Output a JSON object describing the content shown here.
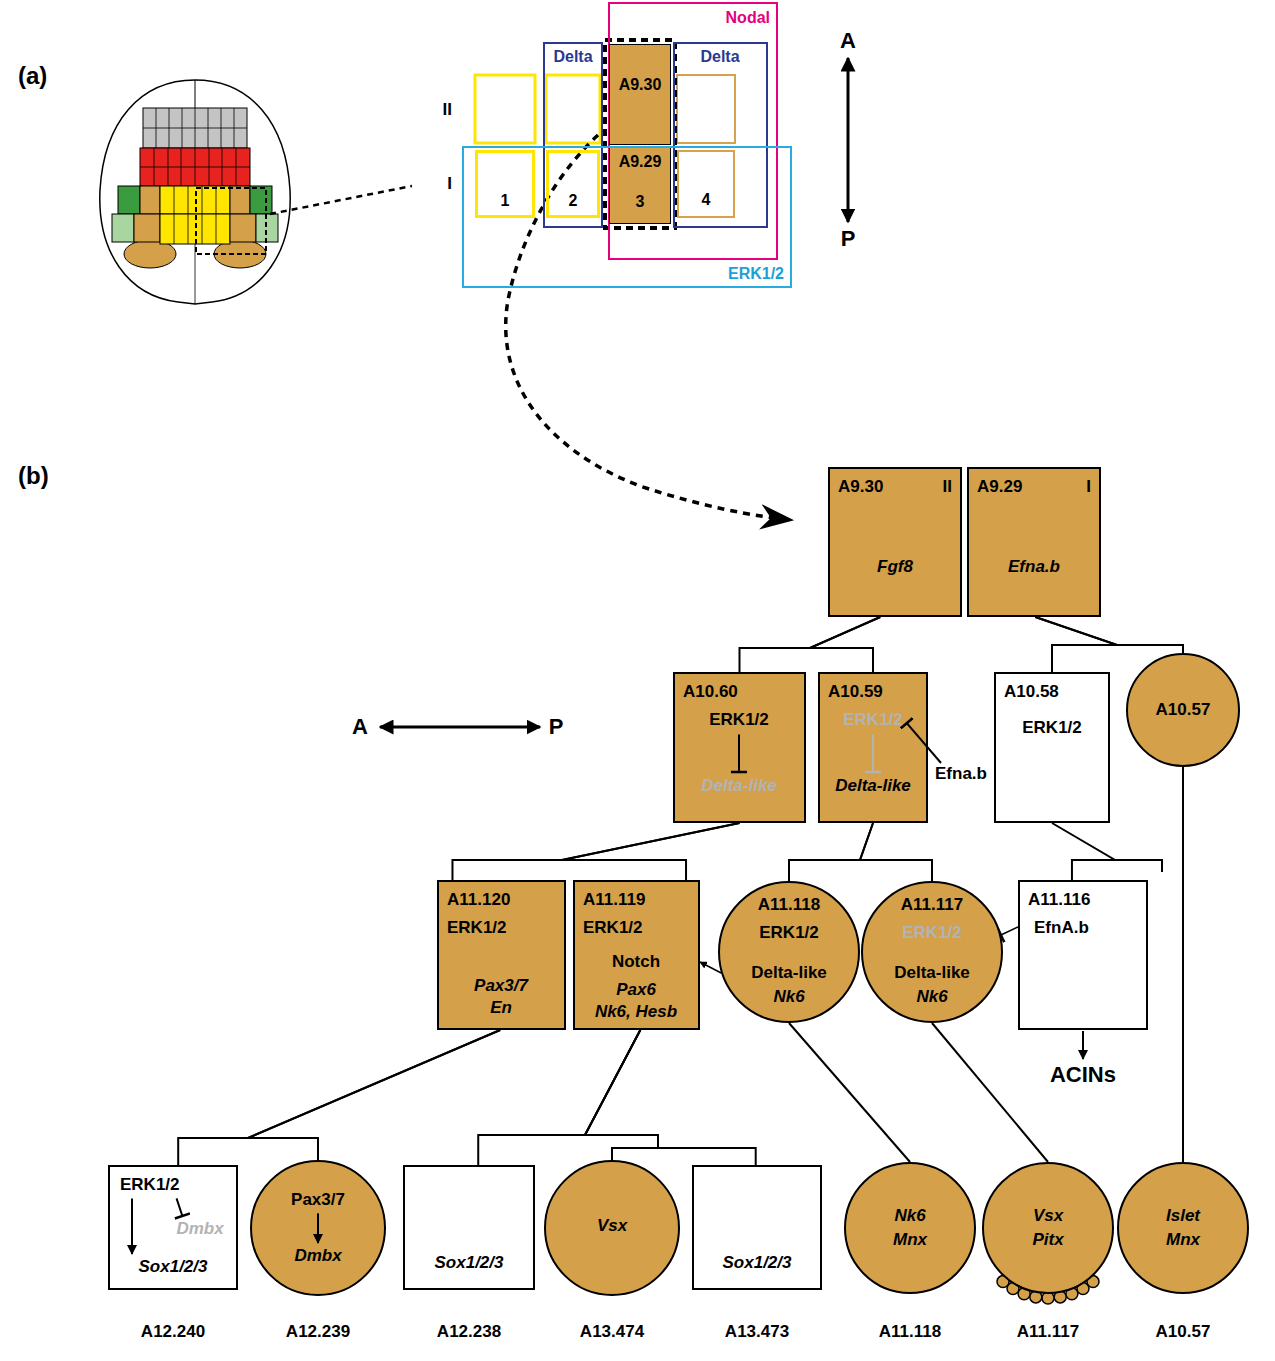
{
  "diagram": {
    "nodes": [
      {
        "text": [
          "1"
        ]
      },
      {
        "text": [
          "Delta"
        ]
      },
      {
        "text": [
          "2"
        ],
        "in": 1
      },
      {
        "text": [
          "Nodal"
        ]
      },
      {
        "text": [
          "A9.30"
        ],
        "in": 3
      },
      {
        "text": [
          "A9.29",
          "3"
        ],
        "in": 3
      },
      {
        "text": [
          "Delta"
        ],
        "in": 3
      },
      {
        "text": [
          "4"
        ],
        "in": 6
      },
      {
        "text": [
          "ERK1/2"
        ]
      },
      {
        "text": [
          "A9.30",
          "II",
          "Fgf8"
        ]
      },
      {
        "text": [
          "A9.29",
          "I",
          "Efna.b"
        ]
      },
      {
        "text": [
          "A10.60",
          "ERK1/2",
          "Delta-like"
        ]
      },
      {
        "text": [
          "A10.59",
          "ERK1/2",
          "Delta-like"
        ]
      },
      {
        "text": [
          "A10.58",
          "ERK1/2"
        ]
      },
      {
        "text": [
          "A10.57"
        ]
      },
      {
        "text": [
          "A11.120",
          "ERK1/2",
          "Pax3/7",
          "En"
        ]
      },
      {
        "text": [
          "A11.119",
          "ERK1/2",
          "Notch",
          "Pax6",
          "Nk6, Hesb"
        ]
      },
      {
        "text": [
          "A11.118",
          "ERK1/2",
          "Delta-like",
          "Nk6"
        ]
      },
      {
        "text": [
          "A11.117",
          "ERK1/2",
          "Delta-like",
          "Nk6"
        ]
      },
      {
        "text": [
          "A11.116",
          "EfnA.b"
        ]
      },
      {
        "text": [
          "ERK1/2",
          "Dmbx",
          "Sox1/2/3",
          "A12.240"
        ]
      },
      {
        "text": [
          "Pax3/7",
          "Dmbx",
          "A12.239"
        ]
      },
      {
        "text": [
          "Sox1/2/3",
          "A12.238"
        ]
      },
      {
        "text": [
          "Vsx",
          "A13.474"
        ]
      },
      {
        "text": [
          "Sox1/2/3",
          "A13.473"
        ]
      },
      {
        "text": [
          "Nk6",
          "Mnx",
          "A11.118"
        ]
      },
      {
        "text": [
          "Vsx",
          "Pitx",
          "A11.117"
        ]
      },
      {
        "text": [
          "Islet",
          "Mnx",
          "A10.57"
        ]
      }
    ],
    "edges": [
      {
        "from": 9,
        "to": 11,
        "arrow": "none"
      },
      {
        "from": 9,
        "to": 12,
        "arrow": "none"
      },
      {
        "from": 10,
        "to": 13,
        "arrow": "none"
      },
      {
        "from": 10,
        "to": 14,
        "arrow": "none"
      },
      {
        "from": 11,
        "to": 15,
        "arrow": "none"
      },
      {
        "from": 11,
        "to": 16,
        "arrow": "none"
      },
      {
        "from": 12,
        "to": 17,
        "arrow": "none"
      },
      {
        "from": 12,
        "to": 18,
        "arrow": "none"
      },
      {
        "from": 13,
        "to": 19,
        "arrow": "none"
      },
      {
        "from": 14,
        "to": 27,
        "arrow": "none"
      },
      {
        "from": 15,
        "to": 20,
        "arrow": "none"
      },
      {
        "from": 15,
        "to": 21,
        "arrow": "none"
      },
      {
        "from": 16,
        "to": 22,
        "arrow": "none"
      },
      {
        "from": 16,
        "to": 23,
        "arrow": "none"
      },
      {
        "from": 16,
        "to": 24,
        "arrow": "none"
      },
      {
        "from": 17,
        "to": 25,
        "arrow": "none"
      },
      {
        "from": 18,
        "to": 26,
        "arrow": "none"
      },
      {
        "from": 17,
        "to": 16,
        "arrow": "to"
      },
      {
        "from": 19,
        "to": 18,
        "arrow": "to"
      }
    ],
    "labels": [
      "(a)",
      "II",
      "I",
      "A",
      "P",
      "(b)",
      "A",
      "P",
      "Efna.b",
      "ACINs"
    ]
  }
}
